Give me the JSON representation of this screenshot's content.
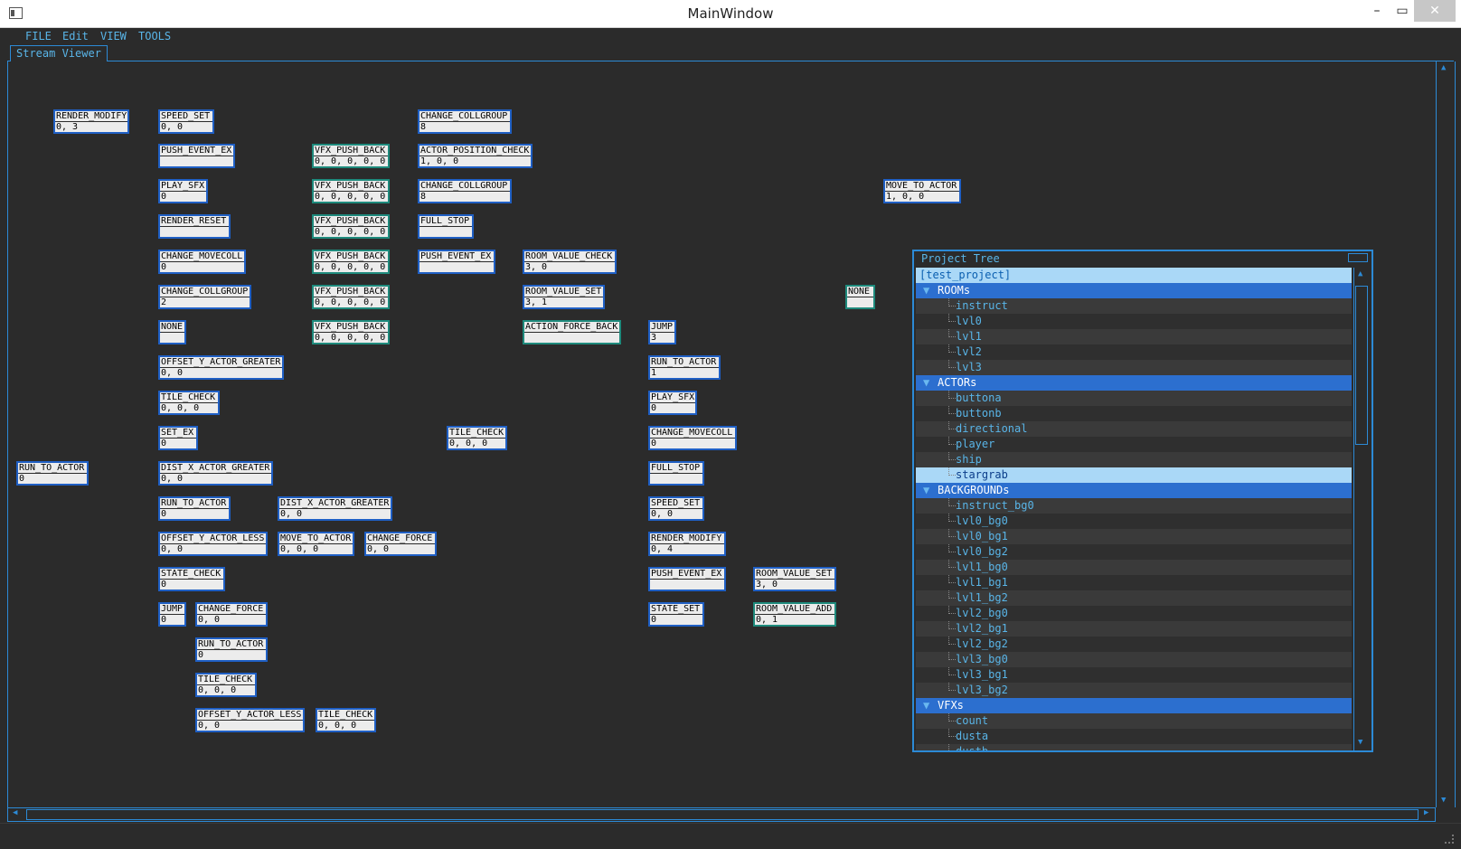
{
  "window": {
    "title": "MainWindow",
    "minimize": "–",
    "maximize": "▭",
    "close": "✕"
  },
  "menu": [
    "FILE",
    "Edit",
    "VIEW",
    "TOOLS"
  ],
  "tabs": [
    "Stream Viewer"
  ],
  "nodes": [
    {
      "name": "RENDER_MODIFY",
      "value": "0, 3",
      "teal": false
    },
    {
      "name": "SPEED_SET",
      "value": "0, 0",
      "teal": false
    },
    {
      "name": "CHANGE_COLLGROUP",
      "value": "8",
      "teal": false
    },
    {
      "name": "PUSH_EVENT_EX",
      "value": "",
      "teal": false
    },
    {
      "name": "VFX_PUSH_BACK",
      "value": "0, 0, 0, 0, 0",
      "teal": true
    },
    {
      "name": "ACTOR_POSITION_CHECK",
      "value": "1, 0, 0",
      "teal": false
    },
    {
      "name": "PLAY_SFX",
      "value": "0",
      "teal": false
    },
    {
      "name": "VFX_PUSH_BACK",
      "value": "0, 0, 0, 0, 0",
      "teal": true
    },
    {
      "name": "CHANGE_COLLGROUP",
      "value": "8",
      "teal": false
    },
    {
      "name": "MOVE_TO_ACTOR",
      "value": "1, 0, 0",
      "teal": false
    },
    {
      "name": "RENDER_RESET",
      "value": "",
      "teal": false
    },
    {
      "name": "VFX_PUSH_BACK",
      "value": "0, 0, 0, 0, 0",
      "teal": true
    },
    {
      "name": "FULL_STOP",
      "value": "",
      "teal": false
    },
    {
      "name": "CHANGE_MOVECOLL",
      "value": "0",
      "teal": false
    },
    {
      "name": "VFX_PUSH_BACK",
      "value": "0, 0, 0, 0, 0",
      "teal": true
    },
    {
      "name": "PUSH_EVENT_EX",
      "value": "",
      "teal": false
    },
    {
      "name": "ROOM_VALUE_CHECK",
      "value": "3, 0",
      "teal": false
    },
    {
      "name": "CHANGE_COLLGROUP",
      "value": "2",
      "teal": false
    },
    {
      "name": "VFX_PUSH_BACK",
      "value": "0, 0, 0, 0, 0",
      "teal": true
    },
    {
      "name": "ROOM_VALUE_SET",
      "value": "3, 1",
      "teal": false
    },
    {
      "name": "NONE",
      "value": "",
      "teal": true
    },
    {
      "name": "NONE",
      "value": "",
      "teal": false
    },
    {
      "name": "VFX_PUSH_BACK",
      "value": "0, 0, 0, 0, 0",
      "teal": true
    },
    {
      "name": "ACTION_FORCE_BACK",
      "value": "",
      "teal": true
    },
    {
      "name": "JUMP",
      "value": "3",
      "teal": false
    },
    {
      "name": "OFFSET_Y_ACTOR_GREATER",
      "value": "0, 0",
      "teal": false
    },
    {
      "name": "RUN_TO_ACTOR",
      "value": "1",
      "teal": false
    },
    {
      "name": "TILE_CHECK",
      "value": "0, 0, 0",
      "teal": false
    },
    {
      "name": "PLAY_SFX",
      "value": "0",
      "teal": false
    },
    {
      "name": "SET_EX",
      "value": "0",
      "teal": false
    },
    {
      "name": "TILE_CHECK",
      "value": "0, 0, 0",
      "teal": false
    },
    {
      "name": "CHANGE_MOVECOLL",
      "value": "0",
      "teal": false
    },
    {
      "name": "RUN_TO_ACTOR",
      "value": "0",
      "teal": false
    },
    {
      "name": "DIST_X_ACTOR_GREATER",
      "value": "0, 0",
      "teal": false
    },
    {
      "name": "FULL_STOP",
      "value": "",
      "teal": false
    },
    {
      "name": "RUN_TO_ACTOR",
      "value": "0",
      "teal": false
    },
    {
      "name": "DIST_X_ACTOR_GREATER",
      "value": "0, 0",
      "teal": false
    },
    {
      "name": "SPEED_SET",
      "value": "0, 0",
      "teal": false
    },
    {
      "name": "OFFSET_Y_ACTOR_LESS",
      "value": "0, 0",
      "teal": false
    },
    {
      "name": "MOVE_TO_ACTOR",
      "value": "0, 0, 0",
      "teal": false
    },
    {
      "name": "CHANGE_FORCE",
      "value": "0, 0",
      "teal": false
    },
    {
      "name": "RENDER_MODIFY",
      "value": "0, 4",
      "teal": false
    },
    {
      "name": "STATE_CHECK",
      "value": "0",
      "teal": false
    },
    {
      "name": "PUSH_EVENT_EX",
      "value": "",
      "teal": false
    },
    {
      "name": "ROOM_VALUE_SET",
      "value": "3, 0",
      "teal": false
    },
    {
      "name": "JUMP",
      "value": "0",
      "teal": false
    },
    {
      "name": "CHANGE_FORCE",
      "value": "0, 0",
      "teal": false
    },
    {
      "name": "STATE_SET",
      "value": "0",
      "teal": false
    },
    {
      "name": "ROOM_VALUE_ADD",
      "value": "0, 1",
      "teal": true
    },
    {
      "name": "RUN_TO_ACTOR",
      "value": "0",
      "teal": false
    },
    {
      "name": "TILE_CHECK",
      "value": "0, 0, 0",
      "teal": false
    },
    {
      "name": "OFFSET_Y_ACTOR_LESS",
      "value": "0, 0",
      "teal": false
    },
    {
      "name": "TILE_CHECK",
      "value": "0, 0, 0",
      "teal": false
    }
  ],
  "project_tree": {
    "title": "Project Tree",
    "root": "[test_project]",
    "categories": [
      {
        "label": "ROOMs",
        "items": [
          "instruct",
          "lvl0",
          "lvl1",
          "lvl2",
          "lvl3"
        ]
      },
      {
        "label": "ACTORs",
        "items": [
          "buttona",
          "buttonb",
          "directional",
          "player",
          "ship",
          "stargrab"
        ]
      },
      {
        "label": "BACKGROUNDs",
        "items": [
          "instruct_bg0",
          "lvl0_bg0",
          "lvl0_bg1",
          "lvl0_bg2",
          "lvl1_bg0",
          "lvl1_bg1",
          "lvl1_bg2",
          "lvl2_bg0",
          "lvl2_bg1",
          "lvl2_bg2",
          "lvl3_bg0",
          "lvl3_bg1",
          "lvl3_bg2"
        ]
      },
      {
        "label": "VFXs",
        "items": [
          "count",
          "dusta",
          "dustb"
        ]
      }
    ],
    "selected": "stargrab"
  }
}
